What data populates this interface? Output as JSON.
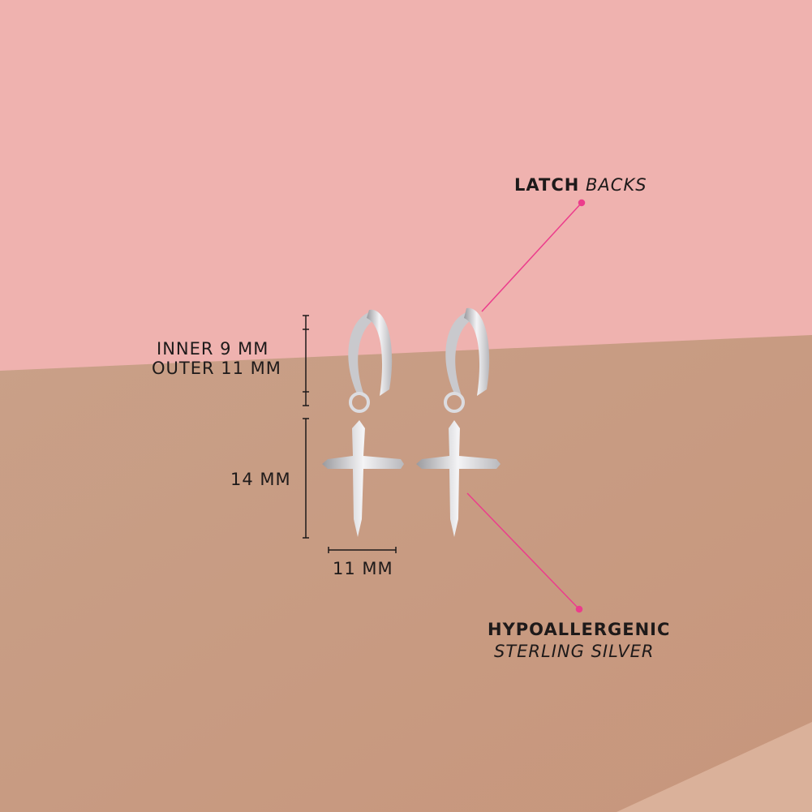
{
  "colors": {
    "wall_pink": "#efb1ae",
    "surface_tan": "#c99b80",
    "accent_pink": "#ec3d8c",
    "ink": "#1e1a1a"
  },
  "callouts": {
    "latch": {
      "bold": "LATCH",
      "italic": "BACKS"
    },
    "material": {
      "bold": "HYPOALLERGENIC",
      "italic": "STERLING SILVER"
    }
  },
  "dimensions": {
    "hoop_inner": "INNER 9 MM",
    "hoop_outer": "OUTER 11 MM",
    "cross_height": "14 MM",
    "cross_width": "11 MM"
  }
}
